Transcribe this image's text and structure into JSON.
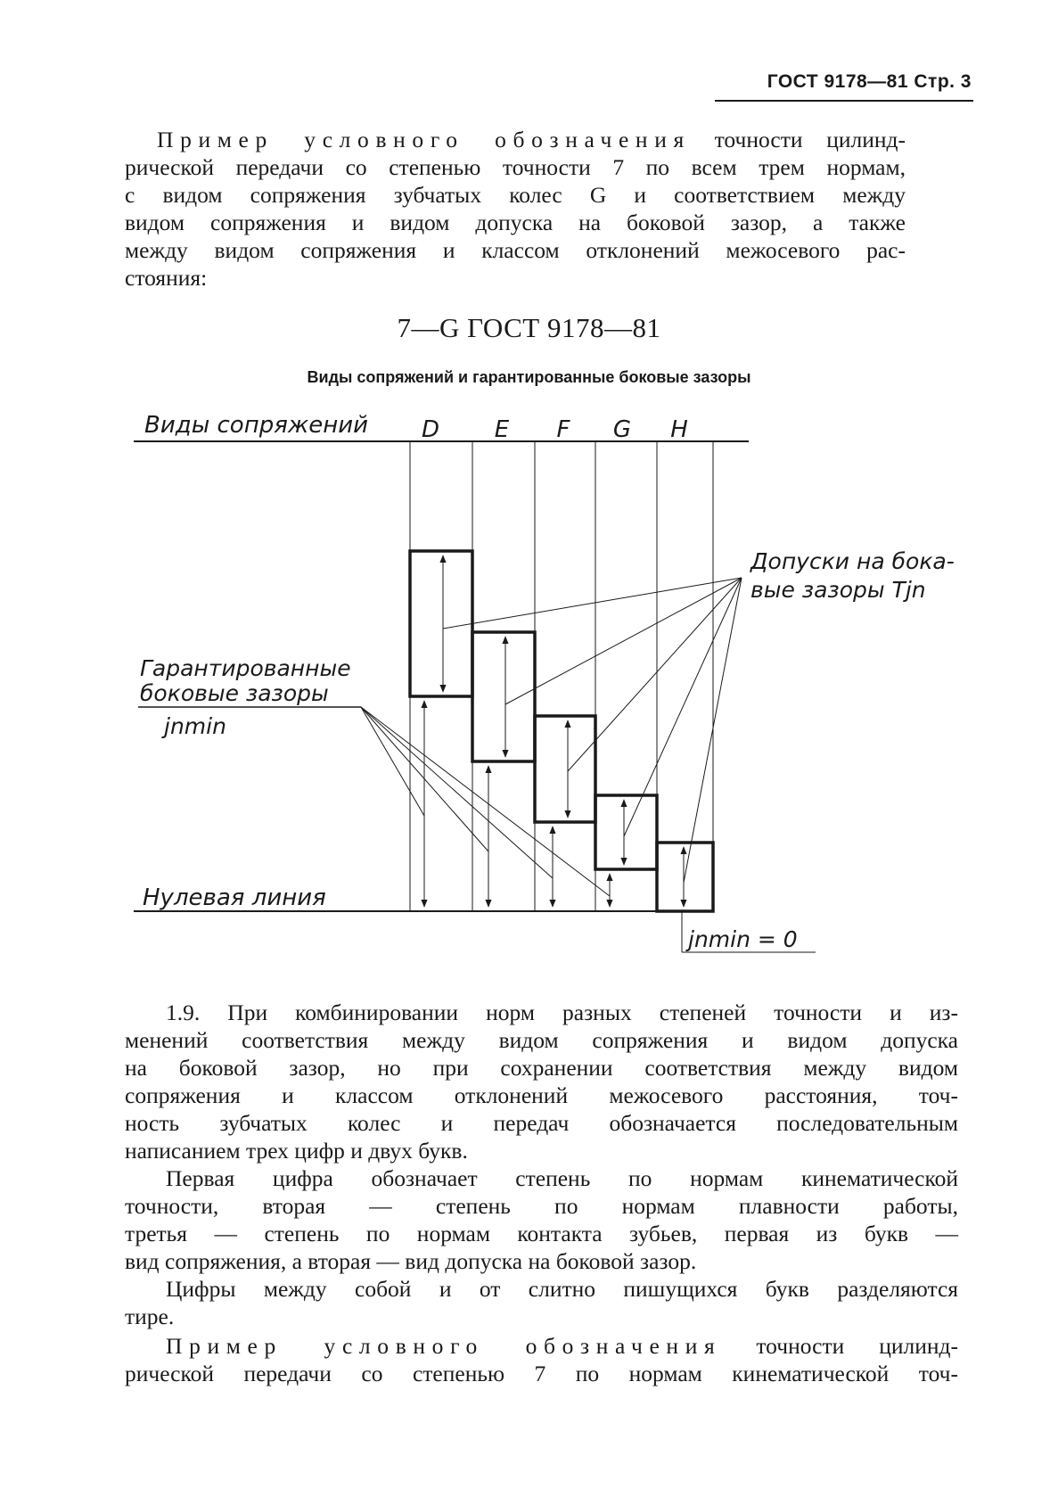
{
  "header": {
    "text": "ГОСТ 9178—81 Стр. 3"
  },
  "para_example1": {
    "lines": [
      "Пример условного обозначения точности цилинд-",
      "рической передачи со степенью точности 7 по всем трем нормам,",
      "с видом сопряжения зубчатых колес G и соответствием между",
      "видом сопряжения и видом допуска на боковой зазор, а также",
      "между видом сопряжения и классом отклонений межосевого рас-",
      "стояния:"
    ]
  },
  "formula": "7—G ГОСТ 9178—81",
  "figure": {
    "caption": "Виды сопряжений и гарантированные боковые зазоры",
    "label_types": "Виды сопряжений",
    "types": [
      "D",
      "E",
      "F",
      "G",
      "H"
    ],
    "label_tolerances_1": "Допуски на бока-",
    "label_tolerances_2": "вые зазоры Tjn",
    "label_guaranteed_1": "Гарантированные",
    "label_guaranteed_2": "боковые зазоры",
    "label_jnmin": "jnmin",
    "label_zero_line": "Нулевая линия",
    "label_jnmin_zero": "jnmin = 0"
  },
  "para_19": {
    "lines": [
      "1.9. При комбинировании норм разных степеней точности и из-",
      "менений соответствия между видом сопряжения и видом допуска",
      "на боковой зазор, но при сохранении соответствия между видом",
      "сопряжения и классом отклонений межосевого расстояния, точ-",
      "ность зубчатых колес и передач обозначается последовательным",
      "написанием трех цифр и двух букв."
    ]
  },
  "para_first": {
    "lines": [
      "Первая цифра обозначает степень по нормам кинематической",
      "точности, вторая — степень по нормам плавности работы,",
      "третья — степень по нормам контакта зубьев, первая из букв —",
      "вид сопряжения, а вторая — вид допуска на боковой зазор."
    ]
  },
  "para_digits": {
    "lines": [
      "Цифры между собой и от слитно пишущихся букв разделяются",
      "тире."
    ]
  },
  "para_example2": {
    "lines": [
      "Пример условного обозначения точности цилинд-",
      "рической передачи со степенью 7 по нормам кинематической точ-"
    ]
  }
}
